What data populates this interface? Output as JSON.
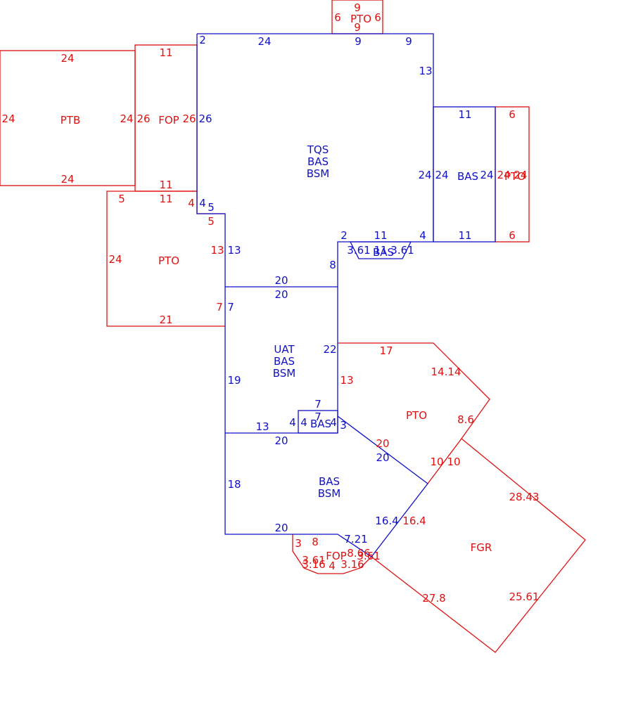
{
  "colors": {
    "red": "#e01010",
    "blue": "#1010c8"
  },
  "areas": {
    "pto_top": "PTO",
    "ptb": "PTB",
    "fop_top": "FOP",
    "tqs_1": "TQS",
    "tqs_2": "BAS",
    "tqs_3": "BSM",
    "bas_right": "BAS",
    "pto_right": "PTO",
    "bas_small_top": "BAS",
    "pto_left": "PTO",
    "uat_1": "UAT",
    "uat_2": "BAS",
    "uat_3": "BSM",
    "bas_small_mid": "BAS",
    "pto_mid": "PTO",
    "bas_low_1": "BAS",
    "bas_low_2": "BSM",
    "fgr": "FGR",
    "fop_bottom": "FOP"
  },
  "dims": {
    "pto_top_t": "9",
    "pto_top_l": "6",
    "pto_top_r": "6",
    "pto_top_b": "9",
    "ptb_t": "24",
    "ptb_l": "24",
    "ptb_r": "24",
    "ptb_b": "24",
    "fop_t": "11",
    "fop_l": "26",
    "fop_r": "26",
    "fop_b": "11",
    "m_2a": "2",
    "m_24a": "24",
    "m_9a": "9",
    "m_9b": "9",
    "m_13a": "13",
    "m_26": "26",
    "m_11a": "11",
    "m_24b": "24",
    "m_24c": "24",
    "m_11b": "11",
    "m_24d": "24",
    "m_2424": "24 24",
    "m_6a": "6",
    "m_6b": "6",
    "m_2b": "2",
    "m_11c": "11",
    "m_4a": "4",
    "m_bas_small": "3.61 11 3.61",
    "m_8": "8",
    "pl_5a": "5",
    "pl_11": "11",
    "pl_4r": "4",
    "m_4b": "4",
    "m_5b": "5",
    "m_5c": "5",
    "pl_24": "24",
    "pl_13": "13",
    "m_13b": "13",
    "pl_7": "7",
    "m_7a": "7",
    "pl_21": "21",
    "m_20a": "20",
    "m_20b": "20",
    "m_22": "22",
    "m_19": "19",
    "pm_17": "17",
    "pm_1414": "14.14",
    "pm_13": "13",
    "pm_86": "8.6",
    "m_7b": "7",
    "m_7c": "7",
    "m_4c": "4",
    "m_4d": "4",
    "m_4e": "4",
    "m_3": "3",
    "m_13c": "13",
    "m_20c": "20",
    "pm_20": "20",
    "m_20d": "20",
    "pm_10": "10",
    "fg_10": "10",
    "m_18": "18",
    "fg_2843": "28.43",
    "m_164": "16.4",
    "fg_164": "16.4",
    "m_20e": "20",
    "m_721": "7.21",
    "fb_3": "3",
    "fb_8": "8",
    "fb_866": "8.66",
    "fb_361a": "3.61",
    "fb_361b": "3.61",
    "fb_316a": "3.16",
    "fb_4": "4",
    "fb_316b": "3.16",
    "fg_278": "27.8",
    "fg_2561": "25.61"
  }
}
